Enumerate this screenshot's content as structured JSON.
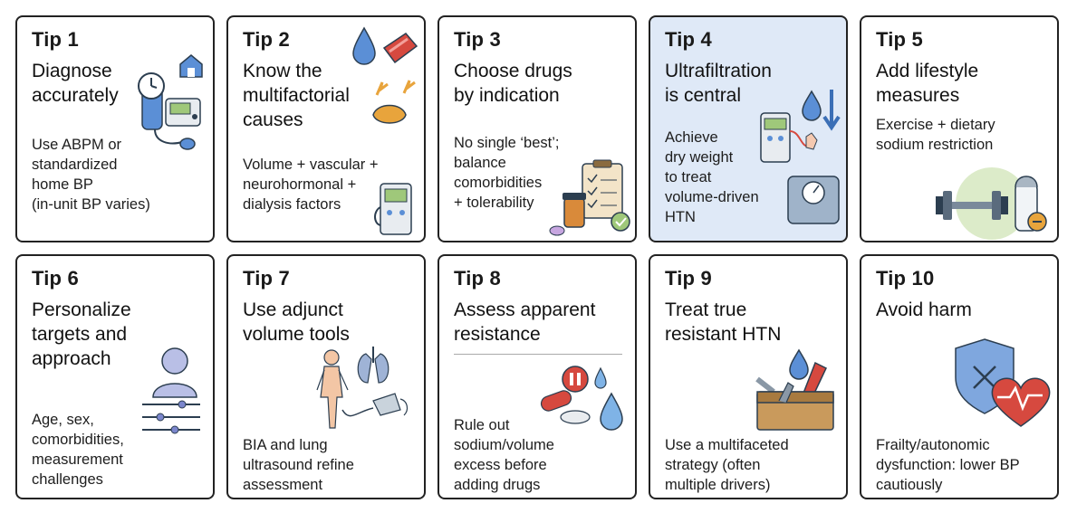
{
  "tips": [
    {
      "number": "Tip 1",
      "title": [
        "Diagnose",
        "accurately"
      ],
      "description": [
        "Use ABPM or",
        "standardized",
        "home BP",
        "(in-unit BP varies)"
      ]
    },
    {
      "number": "Tip 2",
      "title": [
        "Know the",
        "multifactorial",
        "causes"
      ],
      "description": [
        "Volume + vascular +",
        "neurohormonal +",
        "dialysis factors"
      ]
    },
    {
      "number": "Tip 3",
      "title": [
        "Choose drugs",
        "by indication"
      ],
      "description": [
        "No single ‘best’;",
        "balance",
        "comorbidities",
        "+ tolerability"
      ]
    },
    {
      "number": "Tip 4",
      "title": [
        "Ultrafiltration",
        "is central"
      ],
      "description": [
        "Achieve",
        "dry weight",
        "to treat",
        "volume-driven",
        "HTN"
      ]
    },
    {
      "number": "Tip 5",
      "title": [
        "Add lifestyle",
        "measures"
      ],
      "description": [
        "Exercise + dietary",
        "sodium restriction"
      ]
    },
    {
      "number": "Tip 6",
      "title": [
        "Personalize",
        "targets and",
        "approach"
      ],
      "description": [
        "Age, sex,",
        "comorbidities,",
        "measurement",
        "challenges"
      ]
    },
    {
      "number": "Tip 7",
      "title": [
        "Use adjunct",
        "volume tools"
      ],
      "description": [
        "BIA and lung",
        "ultrasound refine",
        "assessment"
      ]
    },
    {
      "number": "Tip 8",
      "title": [
        "Assess apparent",
        "resistance"
      ],
      "description": [
        "Rule out",
        "sodium/volume",
        "excess before",
        "adding drugs"
      ]
    },
    {
      "number": "Tip 9",
      "title": [
        "Treat true",
        "resistant HTN"
      ],
      "description": [
        "Use a multifaceted",
        "strategy (often",
        "multiple drivers)"
      ]
    },
    {
      "number": "Tip 10",
      "title": [
        "Avoid harm"
      ],
      "description": [
        "Frailty/autonomic",
        "dysfunction: lower BP",
        "cautiously"
      ]
    }
  ],
  "icons": [
    "bp-monitor-home-icon",
    "blood-drop-vessel-kidney-icon",
    "clipboard-pills-icon",
    "dialysis-machine-scale-icon",
    "dumbbell-salt-icon",
    "person-sliders-icon",
    "body-lungs-ultrasound-icon",
    "pill-pause-drop-icon",
    "toolbox-vessel-icon",
    "shield-heart-icon"
  ],
  "colors": {
    "highlight_card": "#dfe9f7",
    "border": "#222222",
    "accent_blue": "#5b8fd6",
    "accent_red": "#d6493f",
    "accent_orange": "#e8a43c",
    "accent_green": "#9fc87a"
  }
}
